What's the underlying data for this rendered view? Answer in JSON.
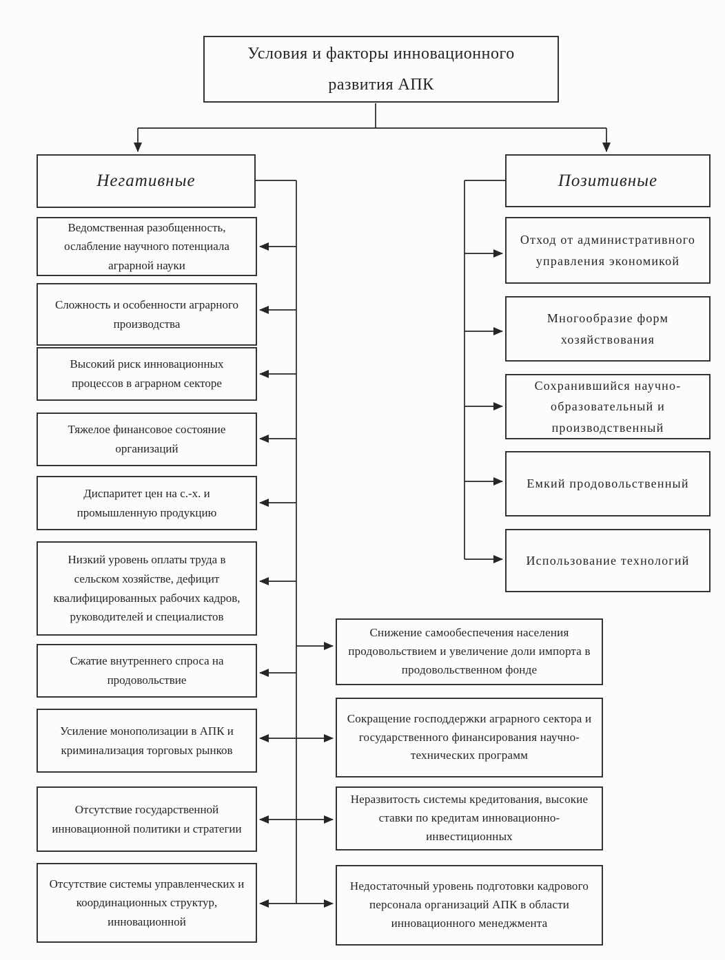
{
  "title": "Условия и факторы инновационного развития АПК",
  "branches": {
    "negative_label": "Негативные",
    "positive_label": "Позитивные"
  },
  "negative_factors": [
    "Ведомственная разобщенность, ослабление научного потенциала аграрной науки",
    "Сложность и особенности аграрного производства",
    "Высокий риск инновационных процессов в аграрном секторе",
    "Тяжелое финансовое состояние организаций",
    "Диспаритет цен на с.-х. и промышленную продукцию",
    "Низкий уровень оплаты труда в сельском хозяйстве, дефицит квалифицированных рабочих кадров, руководителей и специалистов",
    "Сжатие внутреннего спроса на продовольствие",
    "Усиление монополизации в АПК и криминализация торговых рынков",
    "Отсутствие государственной инновационной политики и стратегии",
    "Отсутствие системы управленческих и координационных структур, инновационной"
  ],
  "positive_factors": [
    "Отход от административного управления экономикой",
    "Многообразие форм хозяйствования",
    "Сохранившийся научно-образовательный и производственный",
    "Емкий продовольственный",
    "Использование технологий"
  ],
  "shared_factors": [
    "Снижение самообеспечения населения продовольствием и увеличение доли импорта в продовольственном фонде",
    "Сокращение господдержки аграрного сектора и государственного финансирования научно-технических программ",
    "Неразвитость системы кредитования, высокие ставки по кредитам инновационно-инвестиционных",
    "Недостаточный уровень подготовки кадрового персонала организаций АПК в области инновационного менеджмента"
  ],
  "colors": {
    "line": "#262626",
    "box_border": "#343434",
    "background": "#fcfcfa",
    "text": "#242424"
  }
}
